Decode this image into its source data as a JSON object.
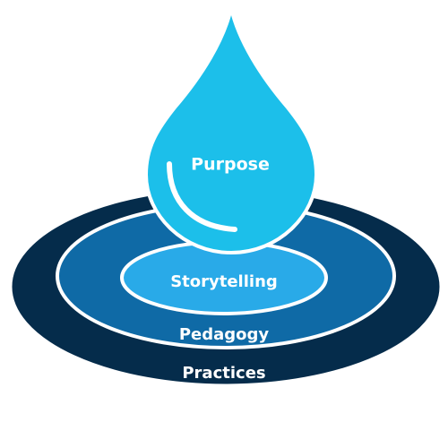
{
  "diagram": {
    "drop_label": "Purpose",
    "rings": [
      {
        "label": "Storytelling",
        "color": "#29aae8"
      },
      {
        "label": "Pedagogy",
        "color": "#0f6aa6"
      },
      {
        "label": "Practices",
        "color": "#052c4b"
      }
    ],
    "drop_color": "#1cbfea",
    "outline_color": "#ffffff"
  }
}
